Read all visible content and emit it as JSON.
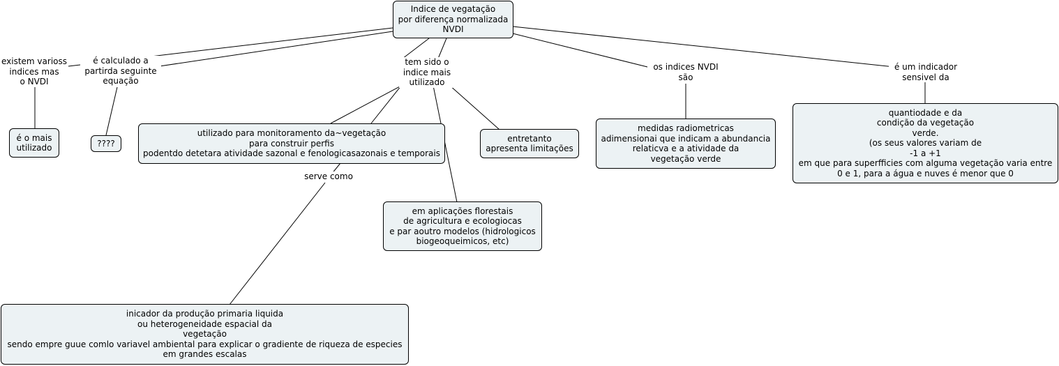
{
  "nodes": {
    "root": [
      "Indice de vegatação",
      "por diferença normalizada",
      "NVDI"
    ],
    "mais_utilizado": [
      "é o mais",
      "utilizado"
    ],
    "question": [
      "????"
    ],
    "monitoramento": [
      "utilizado para monitoramento da~vegetação",
      "para construir perfis",
      "podentdo detetara atividade sazonal e fenologicasazonais e temporais"
    ],
    "limitacoes": [
      "entretanto",
      "apresenta limitações"
    ],
    "aplicacoes": [
      "em aplicações florestais",
      "de agricultura e ecologiocas",
      "e par aoutro modelos (hidrologicos",
      "biogeoqueimicos, etc)"
    ],
    "inicador": [
      "inicador da produção primaria liquida",
      "ou heterogeneidade espacial da",
      "vegetação",
      "sendo empre guue comlo variavel ambiental para explicar o gradiente de riqueza de especies",
      "em grandes escalas"
    ],
    "medidas": [
      "medidas radiometricas",
      "adimensionai que indicam a abundancia",
      "relaticva e a atividade da",
      "vegetação verde"
    ],
    "quantidade": [
      "quantiodade e da",
      "condição da vegetação",
      "verde.",
      "(os seus valores variam de",
      "-1 a +1",
      "em que para superfficies com alguma vegetação varia entre",
      "0 e 1, para a água e nuves é menor que 0"
    ]
  },
  "phrases": {
    "existem": [
      "existem varioss",
      "indices mas",
      "o NVDI"
    ],
    "calculado": [
      "é calculado a",
      "partirda seguinte",
      "equação"
    ],
    "tem_sido": [
      "tem sido o",
      "indice mais",
      "utilizado"
    ],
    "serve": [
      "serve como"
    ],
    "os_indices": [
      "os indices NVDI",
      "são"
    ],
    "indicador": [
      "é um indicador",
      "sensivel da"
    ]
  }
}
